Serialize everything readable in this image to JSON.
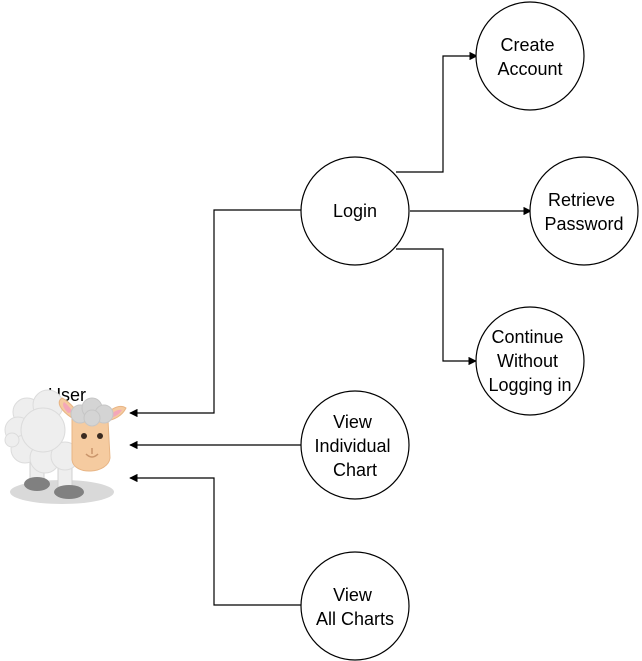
{
  "actor": {
    "label": "User",
    "icon": "sheep-icon"
  },
  "nodes": {
    "login": [
      "Login"
    ],
    "create_account": [
      "Create",
      "Account"
    ],
    "retrieve_password": [
      "Retrieve",
      "Password"
    ],
    "continue_without_login": [
      "Continue",
      "Without",
      "Logging in"
    ],
    "view_individual_chart": [
      "View",
      "Individual",
      "Chart"
    ],
    "view_all_charts": [
      "View",
      "All Charts"
    ]
  },
  "colors": {
    "stroke": "#000000",
    "fill": "#ffffff",
    "sheep_wool": "#eeeeee",
    "sheep_face": "#f5cba0",
    "sheep_ear": "#f4a7b9",
    "sheep_hoof": "#808080",
    "shadow": "#d9d9d9"
  }
}
